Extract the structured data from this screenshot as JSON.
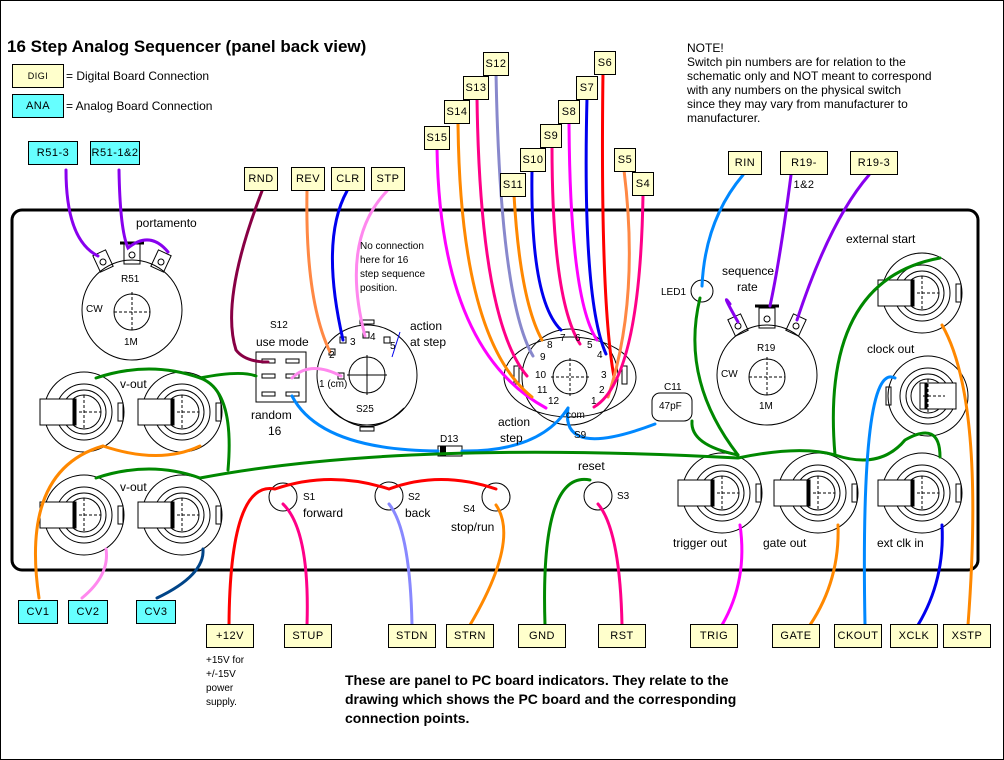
{
  "title": "16 Step Analog Sequencer (panel back view)",
  "legend": [
    {
      "key": "DIGI",
      "text": "= Digital Board Connection",
      "color": "#ffffcc"
    },
    {
      "key": "ANA",
      "text": "= Analog Board Connection",
      "color": "#66ffff"
    }
  ],
  "note": "NOTE!\nSwitch pin numbers are for relation to the\nschematic only and NOT meant to correspond\nwith any numbers on the physical switch\nsince they may vary from manufacturer to\nmanufacturer.",
  "top_labels": {
    "r51_3": "R51-3",
    "r51_12": "R51-1&2",
    "rnd": "RND",
    "rev": "REV",
    "clr": "CLR",
    "stp": "STP",
    "s15": "S15",
    "s14": "S14",
    "s13": "S13",
    "s12": "S12",
    "s11": "S11",
    "s10": "S10",
    "s9": "S9",
    "s8": "S8",
    "s7": "S7",
    "s6": "S6",
    "s5": "S5",
    "s4": "S4",
    "rin": "RIN",
    "r19_12": "R19-1&2",
    "r19_3": "R19-3"
  },
  "bottom_labels": {
    "cv1": "CV1",
    "cv2": "CV2",
    "cv3": "CV3",
    "v12": "+12V",
    "stup": "STUP",
    "stdn": "STDN",
    "strn": "STRN",
    "gnd": "GND",
    "rst": "RST",
    "trig": "TRIG",
    "gate": "GATE",
    "ckout": "CKOUT",
    "xclk": "XCLK",
    "xstp": "XSTP"
  },
  "panel_text": {
    "portamento": "portamento",
    "r51": "R51",
    "r51_val": "1M",
    "cw": "CW",
    "vout1": "v-out",
    "vout2": "v-out",
    "s12": "S12",
    "use_mode": "use mode",
    "random": "random",
    "sixteen": "16",
    "no_conn": "No connection\nhere for 16\nstep sequence\nposition.",
    "action_at": "action",
    "at_step": "at step",
    "s25": "S25",
    "pin1cm": "1 (cm)",
    "d13": "D13",
    "action": "action",
    "step": "step",
    "s9": "S9",
    "com": "com",
    "c11": "C11",
    "c11_val": "47pF",
    "led1": "LED1",
    "seq": "sequence",
    "rate": "rate",
    "r19": "R19",
    "r19_val": "1M",
    "ext_start": "external start",
    "clock_out": "clock out",
    "trigger_out": "trigger out",
    "gate_out": "gate out",
    "ext_clk_in": "ext clk in",
    "reset": "reset",
    "s3": "S3",
    "s1": "S1",
    "forward": "forward",
    "s2": "S2",
    "back": "back",
    "s4": "S4",
    "stop_run": "stop/run"
  },
  "s25_pins": [
    "2",
    "3",
    "4",
    "5"
  ],
  "s9_pins": [
    "1",
    "2",
    "3",
    "4",
    "5",
    "6",
    "7",
    "8",
    "9",
    "10",
    "11",
    "12"
  ],
  "ps_note": "+15V for\n+/-15V\npower\nsupply.",
  "footer": "These are panel to PC board indicators. They relate to the\ndrawing which shows the PC board and the corresponding\nconnection points.",
  "wire_colors": {
    "purple": "#8800ee",
    "maroon": "#880044",
    "orange": "#ff8800",
    "salmon": "#ff8844",
    "blue": "#0000ee",
    "pink": "#ff88ee",
    "magenta": "#ff00ff",
    "hotpink": "#ff0088",
    "lavender": "#8888cc",
    "red": "#ff0000",
    "skyblue": "#0088ff",
    "green": "#008800",
    "navy": "#004488",
    "periwinkle": "#8888ff"
  }
}
